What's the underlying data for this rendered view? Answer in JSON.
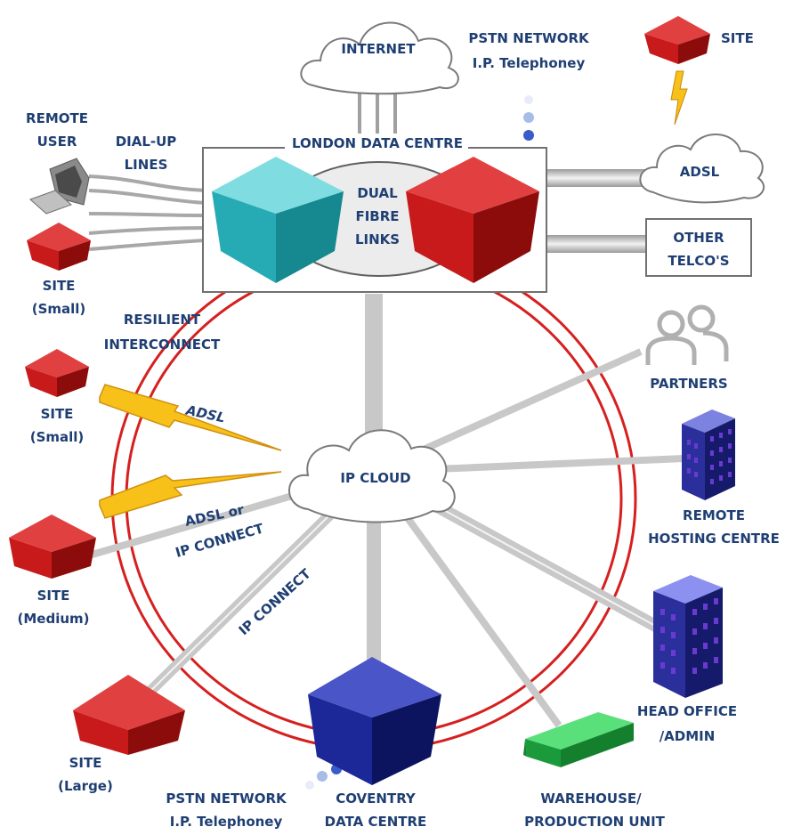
{
  "colors": {
    "label": "#1f3f73",
    "ring": "#d62020",
    "link": "#c8c8c8",
    "house_red": "#c81a1a",
    "house_teal": "#2fb8c0",
    "house_navy": "#16208a",
    "building": "#2a2f9c",
    "warehouse": "#22b84a",
    "bolt": "#f8c11a"
  },
  "labels": {
    "internet": "INTERNET",
    "pstn_top_1": "PSTN NETWORK",
    "pstn_top_2": "I.P. Telephoney",
    "site_top": "SITE",
    "remote_user_1": "REMOTE",
    "remote_user_2": "USER",
    "dialup_1": "DIAL-UP",
    "dialup_2": "LINES",
    "london_dc": "LONDON DATA CENTRE",
    "dual_1": "DUAL",
    "dual_2": "FIBRE",
    "dual_3": "LINKS",
    "adsl_cloud": "ADSL",
    "other_1": "OTHER",
    "other_2": "TELCO'S",
    "site_small_1a": "SITE",
    "site_small_1b": "(Small)",
    "resilient_1": "RESILIENT",
    "resilient_2": "INTERCONNECT",
    "partners": "PARTNERS",
    "site_small_2a": "SITE",
    "site_small_2b": "(Small)",
    "adsl_bolt": "ADSL",
    "ip_cloud": "IP CLOUD",
    "adsl_or": "ADSL or",
    "ip_connect_a": "IP CONNECT",
    "remote_hosting_1": "REMOTE",
    "remote_hosting_2": "HOSTING CENTRE",
    "site_medium_a": "SITE",
    "site_medium_b": "(Medium)",
    "ip_connect_b": "IP CONNECT",
    "head_office_1": "HEAD OFFICE",
    "head_office_2": "/ADMIN",
    "site_large_a": "SITE",
    "site_large_b": "(Large)",
    "pstn_bot_1": "PSTN NETWORK",
    "pstn_bot_2": "I.P. Telephoney",
    "coventry_1": "COVENTRY",
    "coventry_2": "DATA CENTRE",
    "warehouse_1": "WAREHOUSE/",
    "warehouse_2": "PRODUCTION UNIT"
  }
}
